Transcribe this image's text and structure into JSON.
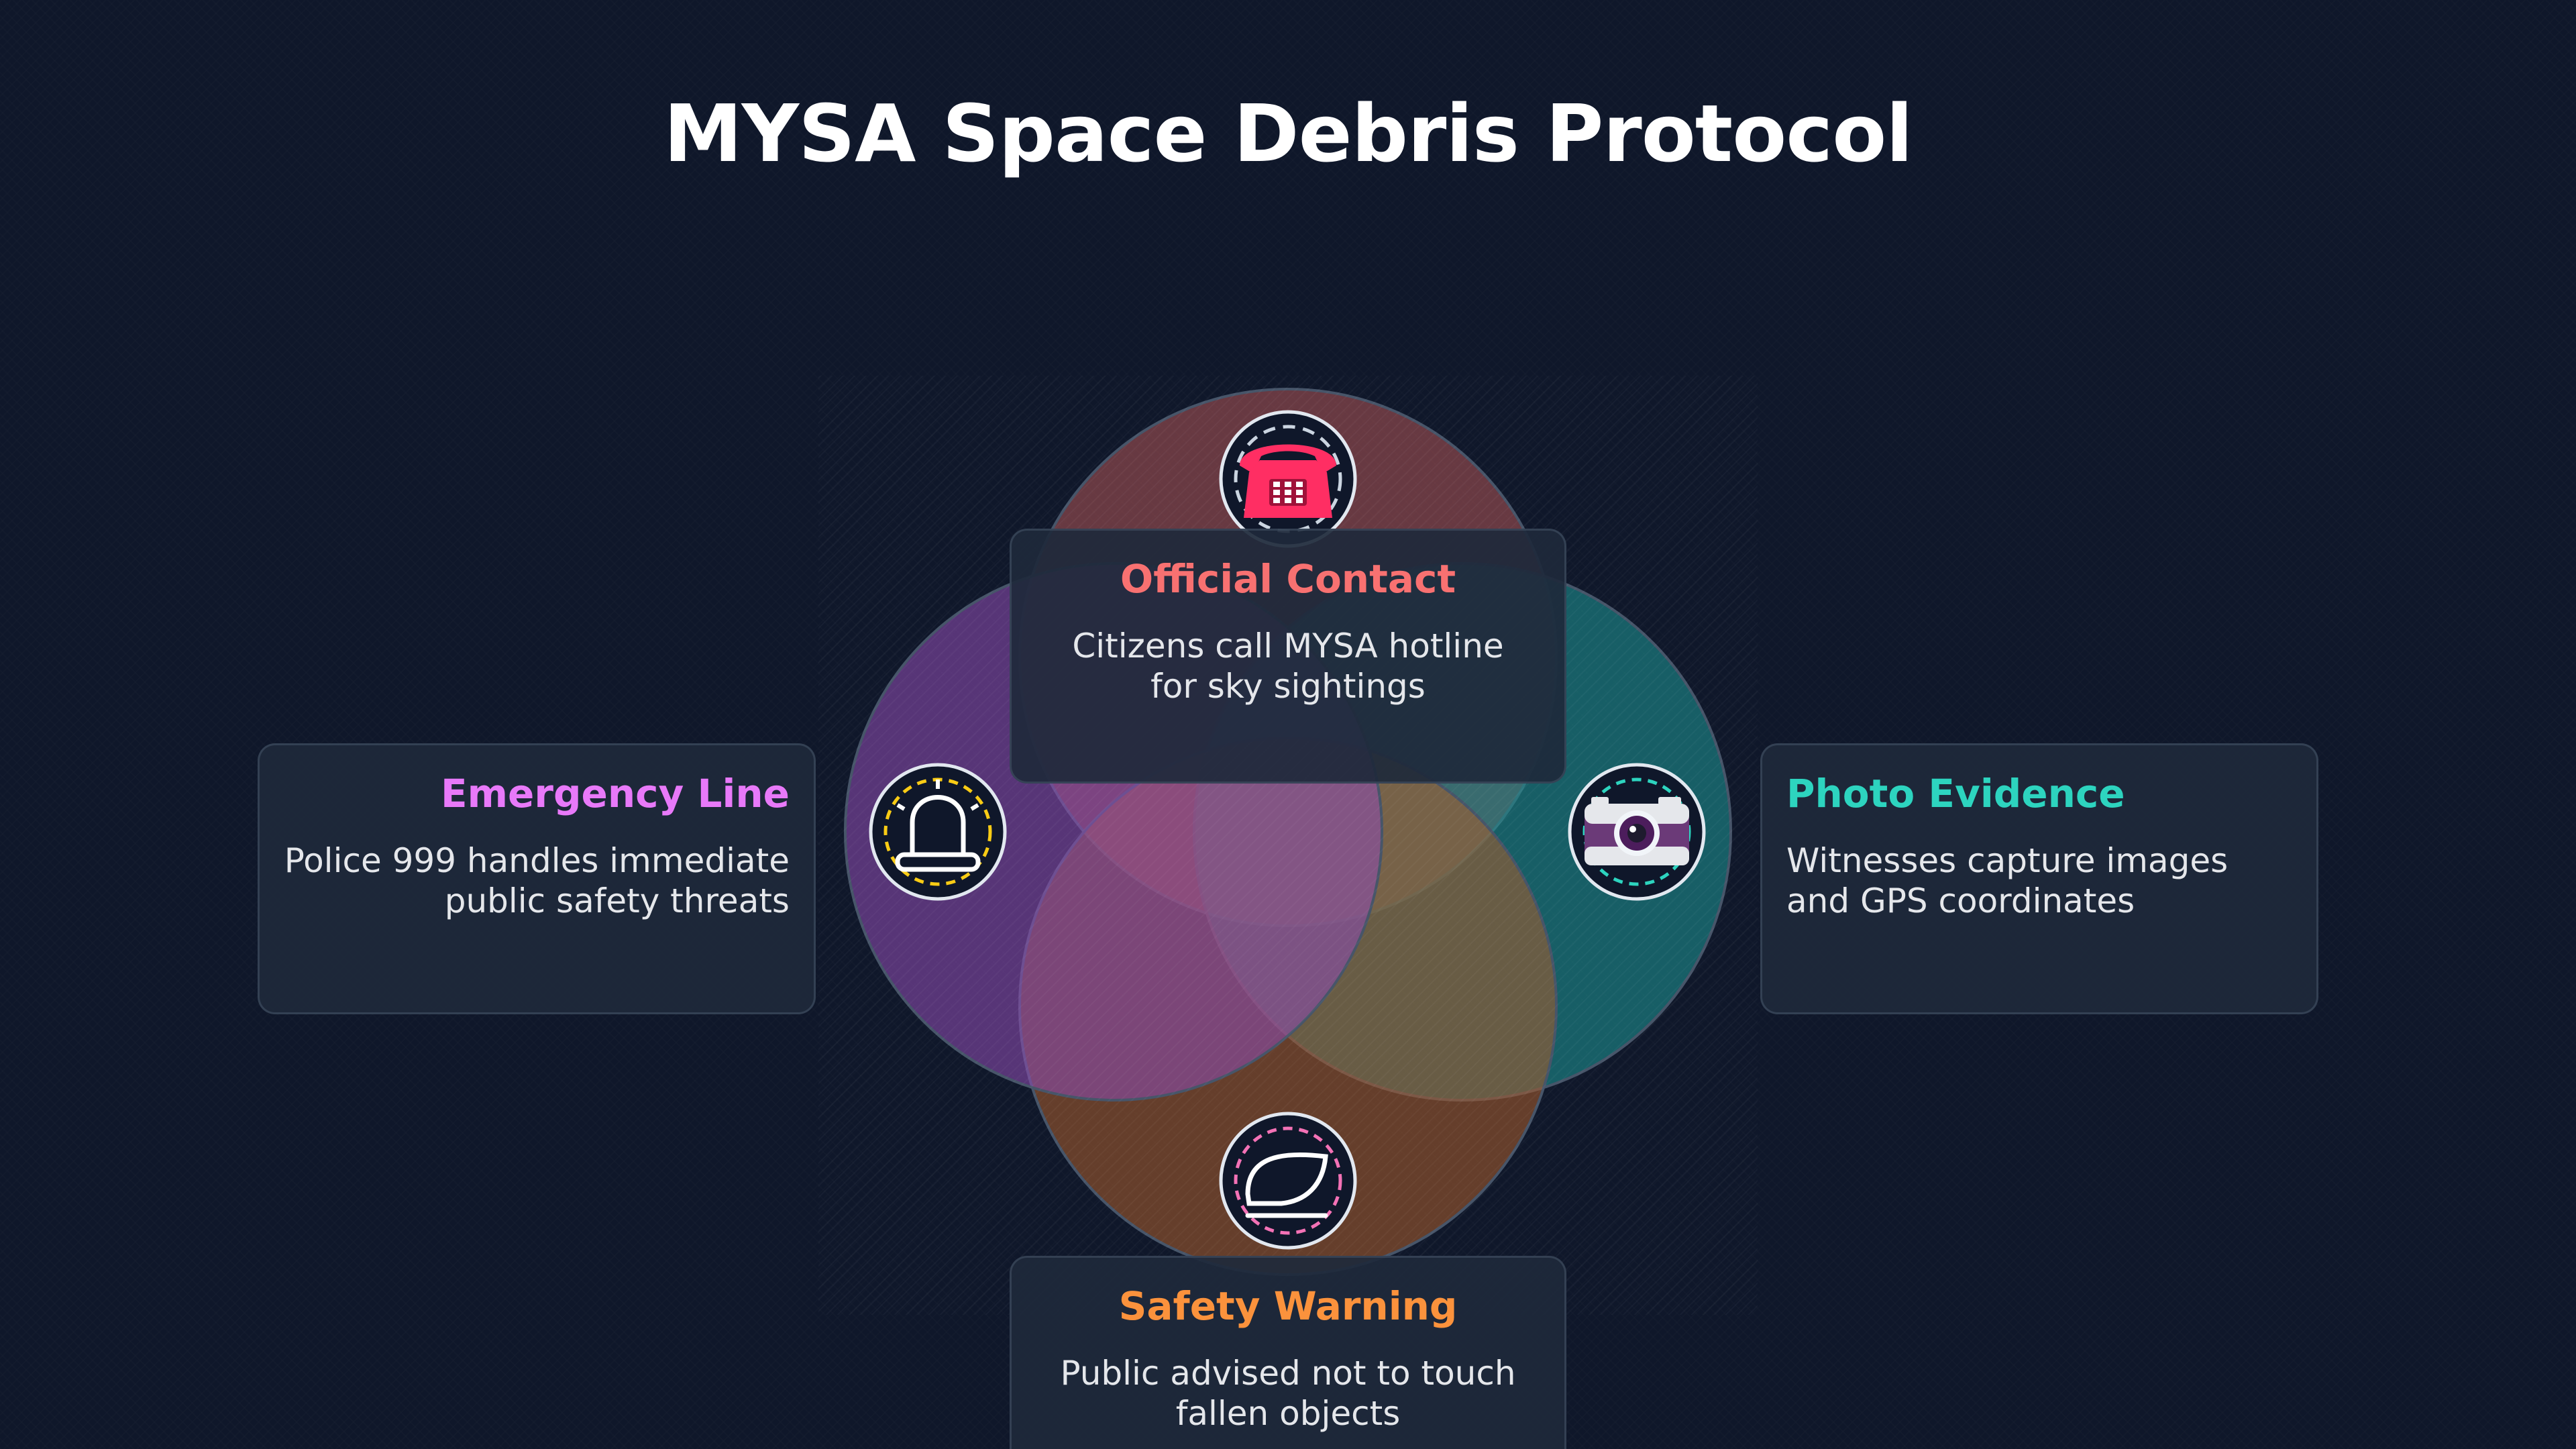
{
  "title": "MYSA Space Debris Protocol",
  "sections": {
    "official_contact": {
      "title": "Official Contact",
      "line1": "Citizens call MYSA hotline",
      "line2": "for sky sightings",
      "color": "#f87171",
      "icon": "telephone-icon"
    },
    "emergency_line": {
      "title": "Emergency Line",
      "line1": "Police 999 handles immediate",
      "line2": "public safety threats",
      "color": "#e879f9",
      "icon": "siren-icon"
    },
    "photo_evidence": {
      "title": "Photo Evidence",
      "line1": "Witnesses capture images",
      "line2": "and GPS coordinates",
      "color": "#2dd4bf",
      "icon": "camera-icon"
    },
    "safety_warning": {
      "title": "Safety Warning",
      "line1": "Public advised not to touch",
      "line2": "fallen objects",
      "color": "#fb923c",
      "icon": "debris-icon"
    }
  }
}
